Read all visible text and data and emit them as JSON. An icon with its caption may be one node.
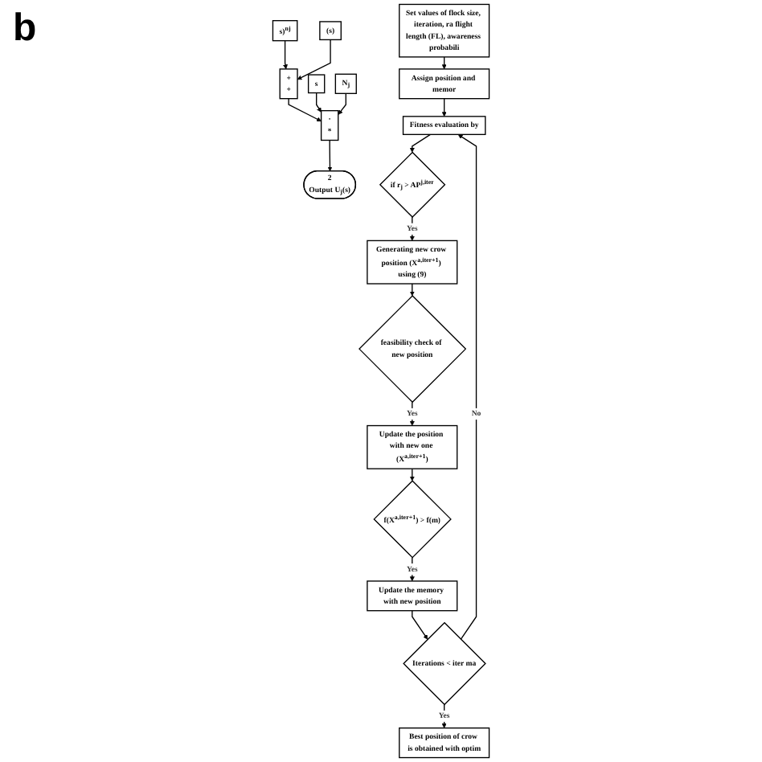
{
  "diagram": {
    "nodes": [
      {
        "text": [
          "s)$^{nj}$"
        ]
      },
      {
        "text": [
          "(s)"
        ]
      },
      {
        "text": [
          "+",
          "+"
        ]
      },
      {
        "text": [
          "·",
          "*"
        ]
      },
      {
        "text": [
          "2",
          "Output U$_{j}$(s)"
        ]
      },
      {
        "text": [
          "s"
        ]
      },
      {
        "text": [
          "N$_{j}$"
        ]
      },
      {
        "text": [
          "Set values of flock size, iteration, ra flight length (FL), awareness probabili"
        ]
      },
      {
        "text": [
          "Assign position and memor"
        ]
      },
      {
        "text": [
          "Fitness evaluation by"
        ]
      },
      {
        "text": [
          "if r$_{j}$ > AP$^{j,iter}$"
        ]
      },
      {
        "text": [
          "Generating new crow position (X$^{a,iter+1}$) using (9)"
        ]
      },
      {
        "text": [
          "feasibility check of new position"
        ]
      },
      {
        "text": [
          "Update the position with new one (X$^{a,iter+1}$)"
        ]
      },
      {
        "text": [
          "f(X$^{a,iter+1}$) > f(m)"
        ]
      },
      {
        "text": [
          "Update the memory with new position"
        ]
      },
      {
        "text": [
          "Iterations < iter ma"
        ]
      },
      {
        "text": [
          "Best position of crow is obtained with optim"
        ]
      }
    ],
    "edges": [
      {
        "from": 0,
        "to": 2,
        "arrow": "to"
      },
      {
        "from": 1,
        "to": 2,
        "arrow": "to"
      },
      {
        "from": 2,
        "to": 3,
        "arrow": "to"
      },
      {
        "from": 5,
        "to": 3,
        "arrow": "to"
      },
      {
        "from": 6,
        "to": 3,
        "arrow": "to"
      },
      {
        "from": 3,
        "to": 4,
        "arrow": "to"
      },
      {
        "from": 7,
        "to": 8,
        "arrow": "to"
      },
      {
        "from": 8,
        "to": 9,
        "arrow": "to"
      },
      {
        "from": 9,
        "to": 10,
        "arrow": "to"
      },
      {
        "from": 10,
        "to": 11,
        "label": "Yes",
        "arrow": "to"
      },
      {
        "from": 11,
        "to": 12,
        "arrow": "to"
      },
      {
        "from": 12,
        "to": 13,
        "label": "Yes",
        "arrow": "to"
      },
      {
        "from": 13,
        "to": 14,
        "arrow": "to"
      },
      {
        "from": 14,
        "to": 15,
        "label": "Yes",
        "arrow": "to"
      },
      {
        "from": 15,
        "to": 16,
        "arrow": "to"
      },
      {
        "from": 16,
        "to": 9,
        "label": "No",
        "arrow": "to"
      },
      {
        "from": 16,
        "to": 17,
        "label": "Yes",
        "arrow": "to"
      }
    ],
    "labels": [
      "b"
    ]
  }
}
